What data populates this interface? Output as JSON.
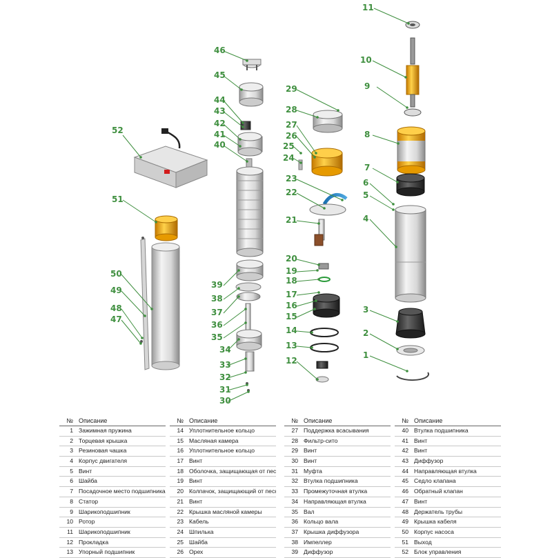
{
  "callouts": [
    "1",
    "2",
    "3",
    "4",
    "5",
    "6",
    "7",
    "8",
    "9",
    "10",
    "11",
    "12",
    "13",
    "14",
    "15",
    "16",
    "17",
    "18",
    "19",
    "20",
    "21",
    "22",
    "23",
    "24",
    "25",
    "26",
    "27",
    "28",
    "29",
    "30",
    "31",
    "32",
    "33",
    "34",
    "35",
    "36",
    "37",
    "38",
    "39",
    "40",
    "41",
    "42",
    "43",
    "44",
    "45",
    "46",
    "47",
    "48",
    "49",
    "50",
    "51",
    "52"
  ],
  "legend": {
    "header_num": "№",
    "header_desc": "Описание",
    "columns": [
      [
        {
          "num": "1",
          "desc": "Зажимная пружина"
        },
        {
          "num": "2",
          "desc": "Торцевая крышка"
        },
        {
          "num": "3",
          "desc": "Резиновая чашка"
        },
        {
          "num": "4",
          "desc": "Корпус двигателя"
        },
        {
          "num": "5",
          "desc": "Винт"
        },
        {
          "num": "6",
          "desc": "Шайба"
        },
        {
          "num": "7",
          "desc": "Посадочное место подшипника"
        },
        {
          "num": "8",
          "desc": "Статор"
        },
        {
          "num": "9",
          "desc": "Шарикоподшипник"
        },
        {
          "num": "10",
          "desc": "Ротор"
        },
        {
          "num": "11",
          "desc": "Шарикоподшипник"
        },
        {
          "num": "12",
          "desc": "Прокладка"
        },
        {
          "num": "13",
          "desc": "Упорный подшипник"
        }
      ],
      [
        {
          "num": "14",
          "desc": "Уплотнительное кольцо"
        },
        {
          "num": "15",
          "desc": "Масляная камера"
        },
        {
          "num": "16",
          "desc": "Уплотнительное кольцо"
        },
        {
          "num": "17",
          "desc": "Винт"
        },
        {
          "num": "18",
          "desc": "Оболочка, защищающая от песка"
        },
        {
          "num": "19",
          "desc": "Винт"
        },
        {
          "num": "20",
          "desc": "Колпачок, защищающий от песка"
        },
        {
          "num": "21",
          "desc": "Винт"
        },
        {
          "num": "22",
          "desc": "Крышка масляной камеры"
        },
        {
          "num": "23",
          "desc": "Кабель"
        },
        {
          "num": "24",
          "desc": "Шпилька"
        },
        {
          "num": "25",
          "desc": "Шайба"
        },
        {
          "num": "26",
          "desc": "Орех"
        }
      ],
      [
        {
          "num": "27",
          "desc": "Поддержка всасывания"
        },
        {
          "num": "28",
          "desc": "Фильтр-сито"
        },
        {
          "num": "29",
          "desc": "Винт"
        },
        {
          "num": "30",
          "desc": "Винт"
        },
        {
          "num": "31",
          "desc": "Муфта"
        },
        {
          "num": "32",
          "desc": "Втулка подшипника"
        },
        {
          "num": "33",
          "desc": "Промежуточная втулка"
        },
        {
          "num": "34",
          "desc": "Направляющая втулка"
        },
        {
          "num": "35",
          "desc": "Вал"
        },
        {
          "num": "36",
          "desc": "Кольцо вала"
        },
        {
          "num": "37",
          "desc": "Крышка диффузора"
        },
        {
          "num": "38",
          "desc": "Импеллер"
        },
        {
          "num": "39",
          "desc": "Диффузор"
        }
      ],
      [
        {
          "num": "40",
          "desc": "Втулка подшипника"
        },
        {
          "num": "41",
          "desc": "Винт"
        },
        {
          "num": "42",
          "desc": "Винт"
        },
        {
          "num": "43",
          "desc": "Диффузор"
        },
        {
          "num": "44",
          "desc": "Направляющая втулка"
        },
        {
          "num": "45",
          "desc": "Седло клапана"
        },
        {
          "num": "46",
          "desc": "Обратный клапан"
        },
        {
          "num": "47",
          "desc": "Винт"
        },
        {
          "num": "48",
          "desc": "Держатель трубы"
        },
        {
          "num": "49",
          "desc": "Крышка кабеля"
        },
        {
          "num": "50",
          "desc": "Корпус насоса"
        },
        {
          "num": "51",
          "desc": "Выход"
        },
        {
          "num": "52",
          "desc": "Блок управления"
        }
      ]
    ]
  }
}
